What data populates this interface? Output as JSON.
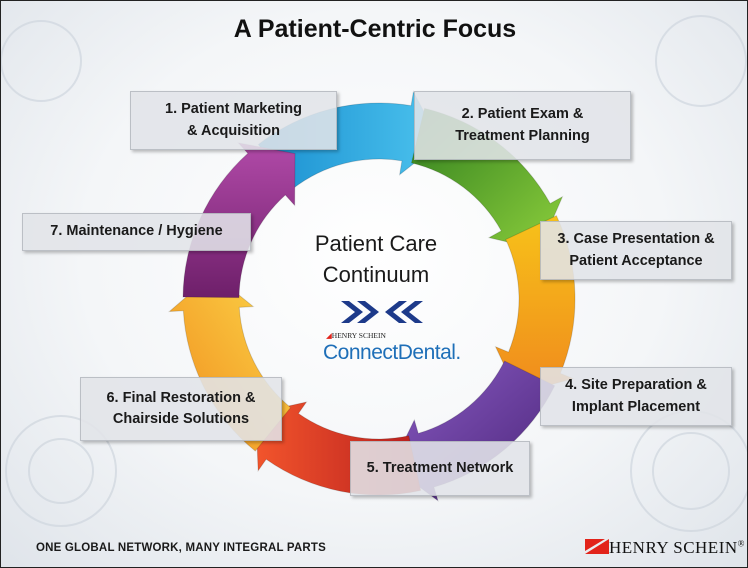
{
  "title": "A Patient-Centric Focus",
  "center": {
    "line1": "Patient Care",
    "line2": "Continuum"
  },
  "brand_small": "HENRY SCHEIN",
  "brand_big_a": "Connect",
  "brand_big_b": "Dental.",
  "steps": [
    {
      "label": "1. Patient Marketing\n& Acquisition",
      "color": "#2aa7df"
    },
    {
      "label": "2. Patient Exam &\nTreatment Planning",
      "color": "#5fb32e"
    },
    {
      "label": "3. Case Presentation &\nPatient Acceptance",
      "color": "#f6a21c"
    },
    {
      "label": "4. Site Preparation &\nImplant Placement",
      "color": "#6a3d9a"
    },
    {
      "label": "5. Treatment Network",
      "color": "#e8322b"
    },
    {
      "label": "6. Final Restoration &\nChairside Solutions",
      "color": "#f7b826"
    },
    {
      "label": "7. Maintenance / Hygiene",
      "color": "#9b2f8e"
    }
  ],
  "footer": {
    "left": "ONE GLOBAL NETWORK, MANY INTEGRAL PARTS",
    "right": "HENRY SCHEIN",
    "reg": "®"
  },
  "colors": {
    "accent_red": "#e2231a",
    "connect_blue": "#1e6fb8",
    "logo_navy": "#1d3a8a"
  }
}
